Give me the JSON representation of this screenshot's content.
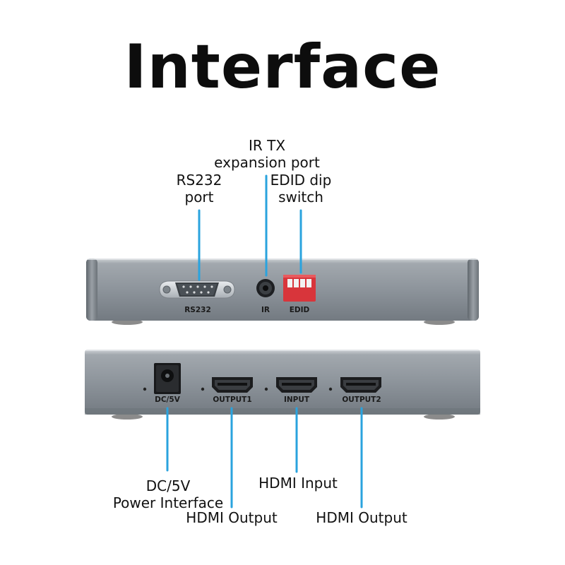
{
  "title": "Interface",
  "callouts": {
    "rs232": [
      "RS232",
      "port"
    ],
    "ir_tx": [
      "IR TX",
      "expansion port"
    ],
    "edid": [
      "EDID dip",
      "switch"
    ],
    "dc": [
      "DC/5V",
      "Power Interface"
    ],
    "hdmi_output_1": [
      "HDMI Output"
    ],
    "hdmi_input": [
      "HDMI Input"
    ],
    "hdmi_output_2": [
      "HDMI Output"
    ]
  },
  "panel_labels": {
    "rs232": "RS232",
    "ir": "IR",
    "edid": "EDID",
    "dc": "DC/5V",
    "output1": "OUTPUT1",
    "input": "INPUT",
    "output2": "OUTPUT2"
  },
  "colors": {
    "leader_line": "#2aa3de",
    "panel_body": "#8a9198",
    "panel_highlight": "#c9ced3",
    "edid_switch": "#e0393e"
  }
}
